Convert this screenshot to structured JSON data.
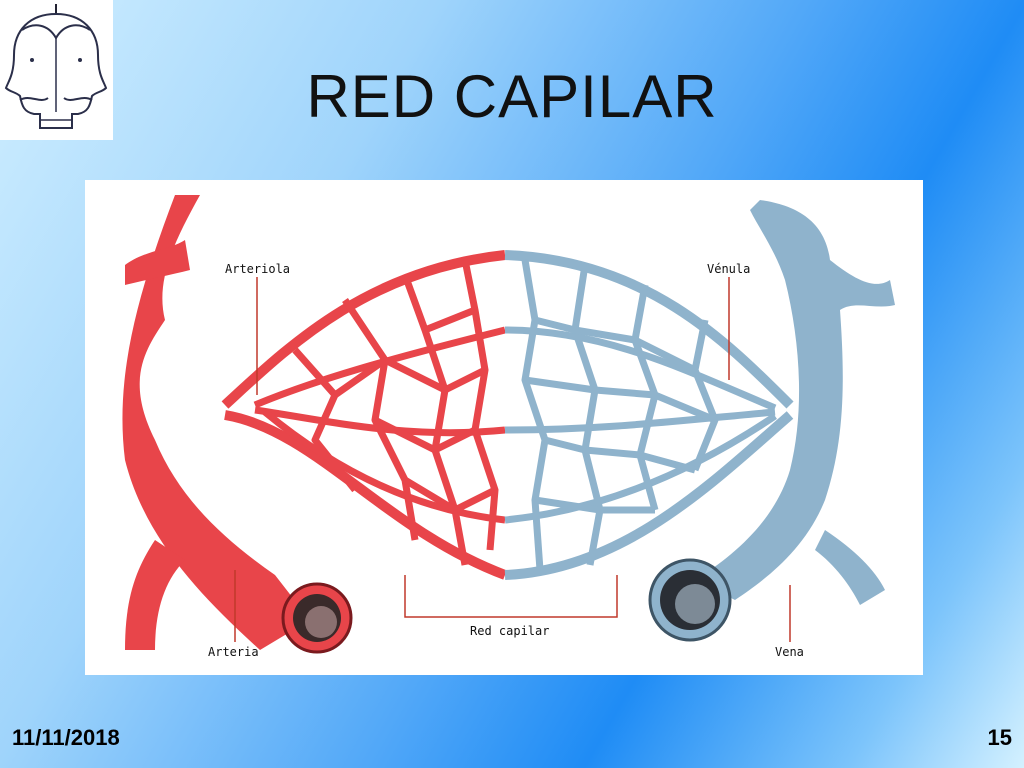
{
  "slide": {
    "title": "RED CAPILAR",
    "date": "11/11/2018",
    "page_number": "15"
  },
  "diagram": {
    "labels": {
      "arteriola": "Arteriola",
      "venula": "Vénula",
      "arteria": "Arteria",
      "vena": "Vena",
      "red_capilar": "Red capilar"
    },
    "colors": {
      "artery": "#e8454a",
      "artery_dark": "#b82a30",
      "vein": "#8fb3cc",
      "vein_dark": "#5e7f96",
      "leader_line": "#c0392b"
    }
  }
}
